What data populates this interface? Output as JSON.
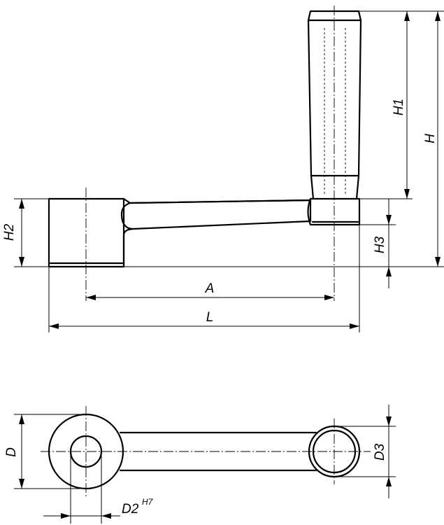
{
  "drawing": {
    "labels": {
      "H": "H",
      "H1": "H1",
      "H2": "H2",
      "H3": "H3",
      "A": "A",
      "L": "L",
      "D": "D",
      "D2": "D2",
      "D2_tolerance": "H7",
      "D3": "D3"
    }
  }
}
